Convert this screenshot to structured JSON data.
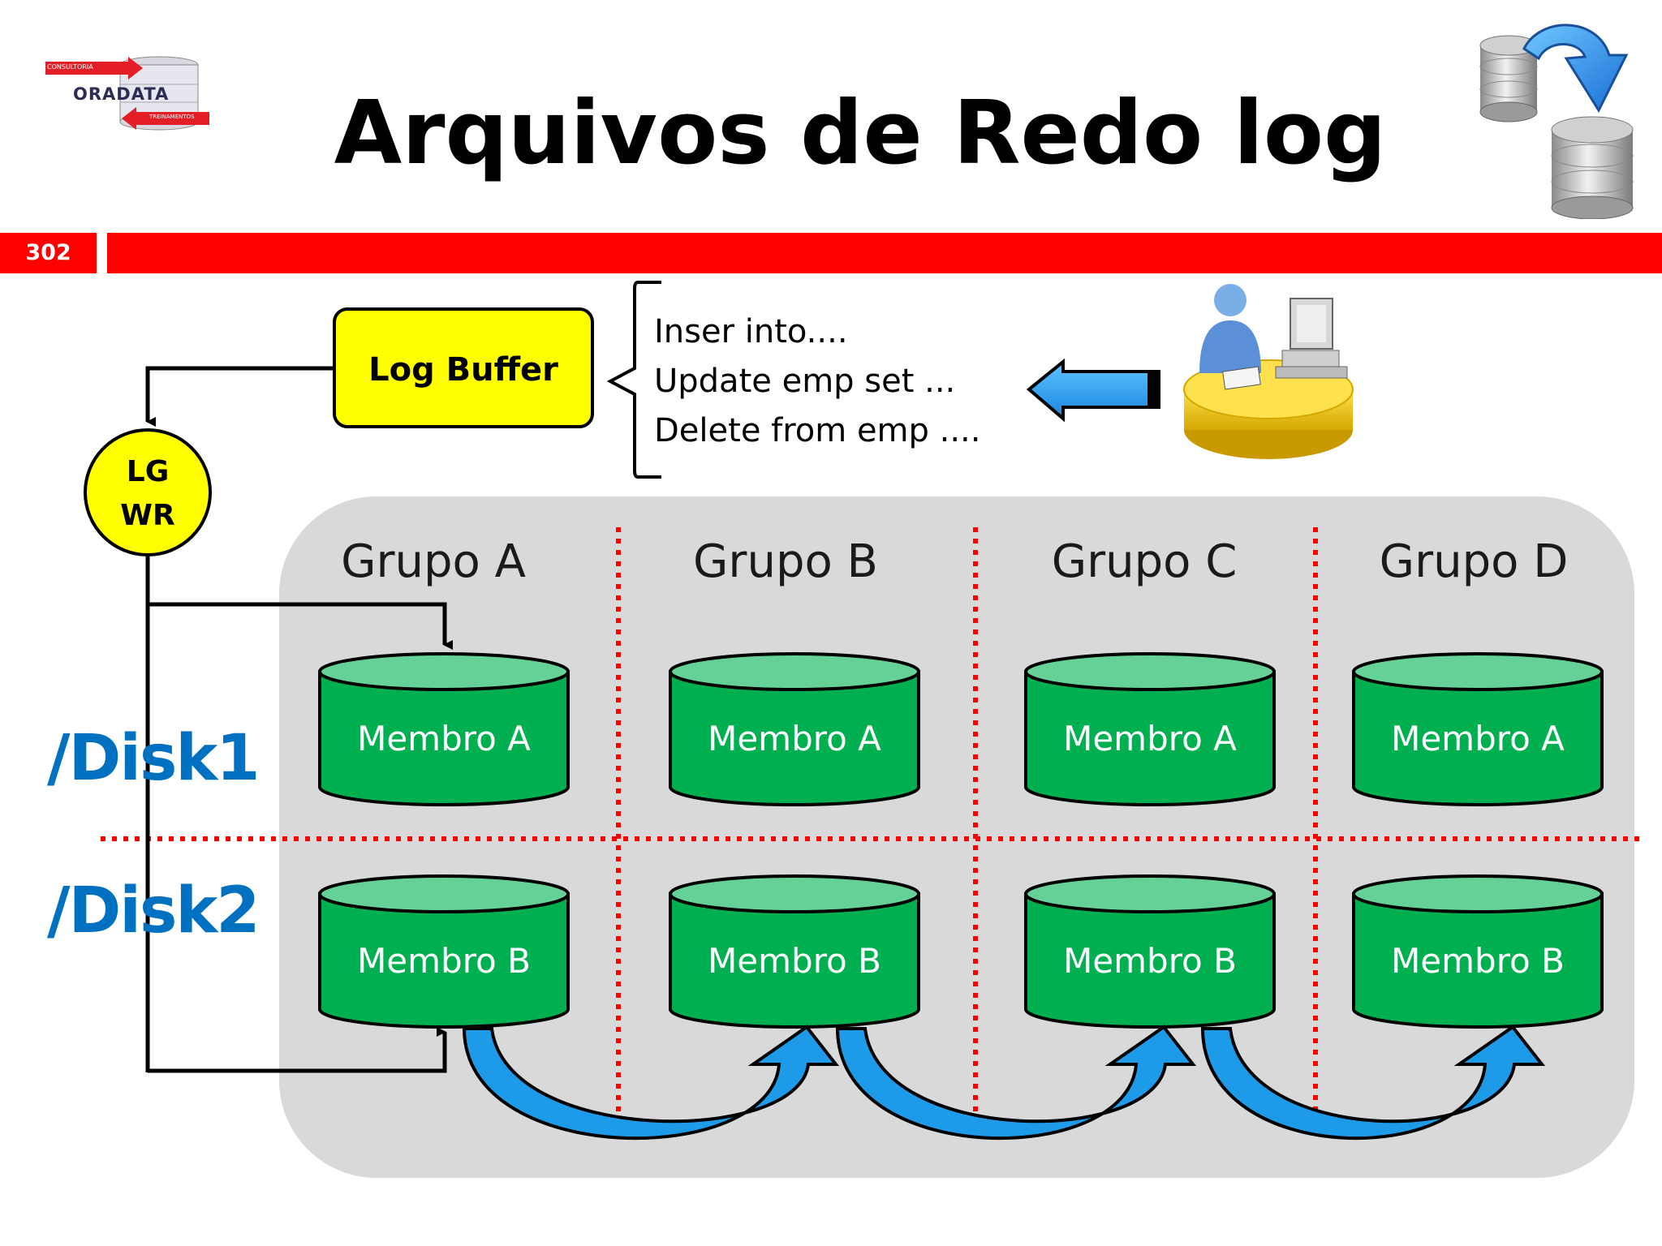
{
  "header": {
    "title": "Arquivos de Redo log",
    "slide_number": "302",
    "logo": {
      "top": "CONSULTORIA",
      "main": "ORADATA",
      "bottom": "TREINAMENTOS"
    }
  },
  "diagram": {
    "log_buffer": "Log Buffer",
    "lgwr": [
      "LG",
      "WR"
    ],
    "statements": [
      "Inser into....",
      "Update emp set ...",
      "Delete from emp ...."
    ],
    "groups": [
      "Grupo A",
      "Grupo B",
      "Grupo C",
      "Grupo D"
    ],
    "disks": [
      "/Disk1",
      "/Disk2"
    ],
    "member_a": "Membro A",
    "member_b": "Membro B"
  },
  "colors": {
    "accent_red": "#ff0000",
    "log_buffer_fill": "#ffff00",
    "member_fill": "#00b050",
    "member_top": "#66d197",
    "disk_label": "#0070c0",
    "panel": "#d9d9d9",
    "arrow_blue": "#1e9be8"
  }
}
